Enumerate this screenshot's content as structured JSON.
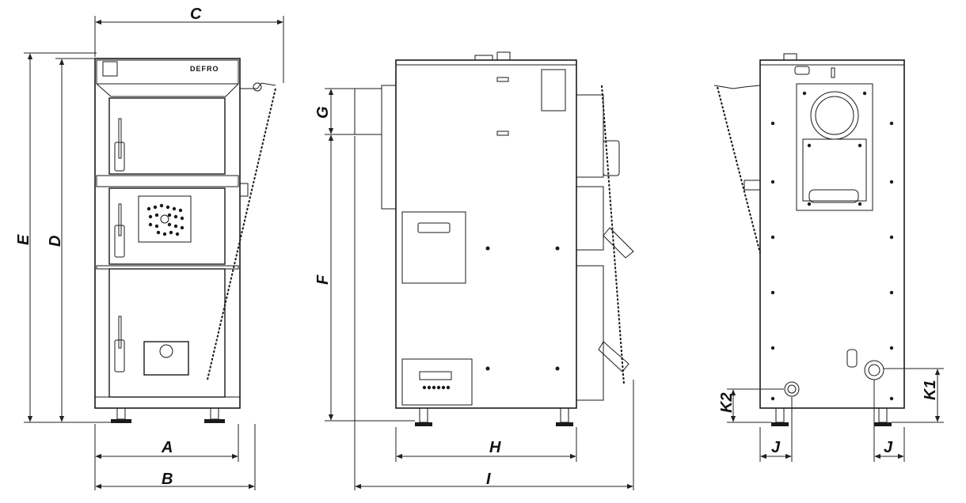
{
  "brand": "DEFRO",
  "dimension_labels": {
    "A": "A",
    "B": "B",
    "C": "C",
    "D": "D",
    "E": "E",
    "F": "F",
    "G": "G",
    "H": "H",
    "I": "I",
    "J": "J",
    "K1": "K1",
    "K2": "K2"
  }
}
